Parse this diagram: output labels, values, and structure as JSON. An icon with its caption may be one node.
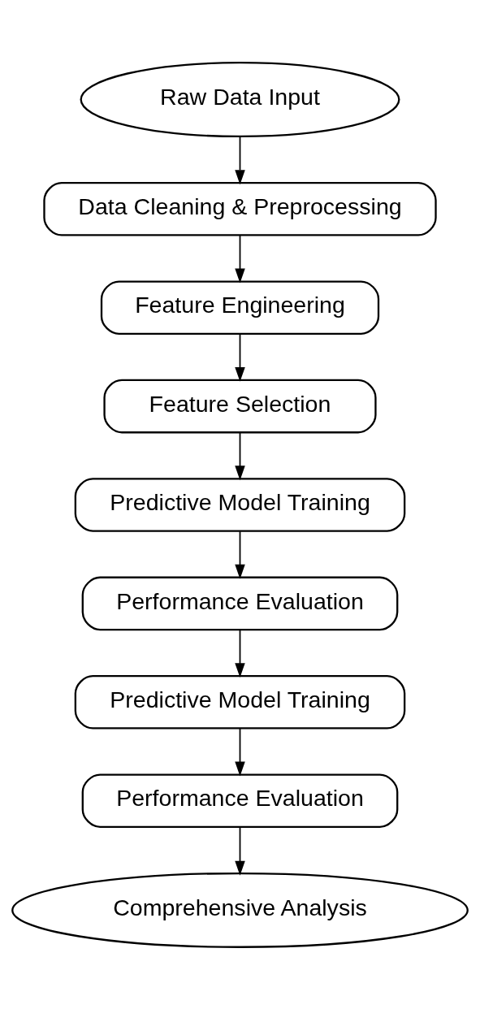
{
  "diagram": {
    "nodes": [
      {
        "text": [
          "Raw Data Input"
        ]
      },
      {
        "text": [
          "Data Cleaning & Preprocessing"
        ]
      },
      {
        "text": [
          "Feature Engineering"
        ]
      },
      {
        "text": [
          "Feature Selection"
        ]
      },
      {
        "text": [
          "Predictive Model Training"
        ]
      },
      {
        "text": [
          "Performance Evaluation"
        ]
      },
      {
        "text": [
          "Predictive Model Training"
        ]
      },
      {
        "text": [
          "Performance Evaluation"
        ]
      },
      {
        "text": [
          "Comprehensive Analysis"
        ]
      }
    ],
    "edges": [
      {
        "from": 0,
        "to": 1,
        "arrow": "to"
      },
      {
        "from": 1,
        "to": 2,
        "arrow": "to"
      },
      {
        "from": 2,
        "to": 3,
        "arrow": "to"
      },
      {
        "from": 3,
        "to": 4,
        "arrow": "to"
      },
      {
        "from": 4,
        "to": 5,
        "arrow": "to"
      },
      {
        "from": 5,
        "to": 6,
        "arrow": "to"
      },
      {
        "from": 6,
        "to": 7,
        "arrow": "to"
      },
      {
        "from": 7,
        "to": 8,
        "arrow": "to"
      }
    ]
  }
}
